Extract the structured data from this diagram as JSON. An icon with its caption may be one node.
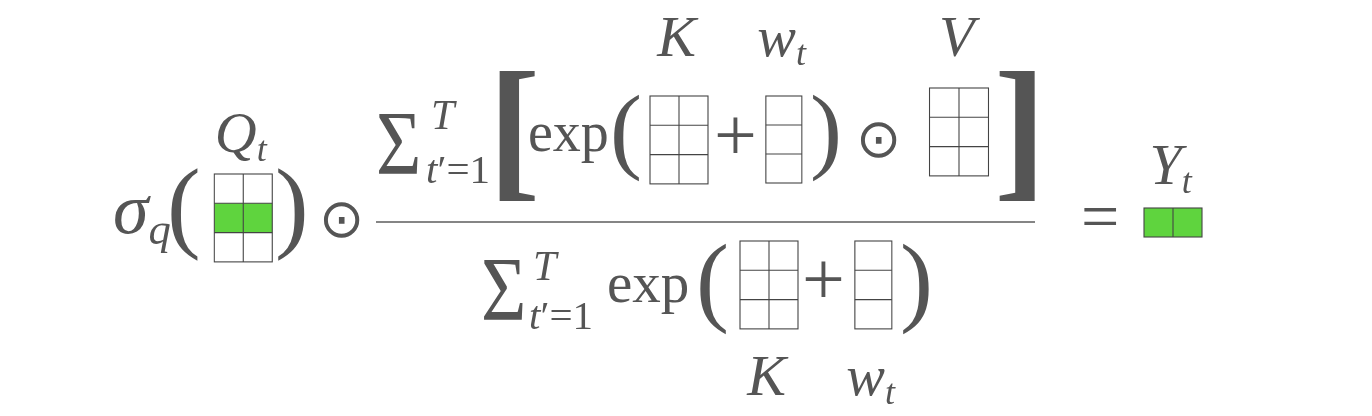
{
  "diagram": {
    "nodes": [
      {
        "text": [
          "Q$_{t}$"
        ]
      },
      {
        "text": [
          "K"
        ]
      },
      {
        "text": [
          "w$_{t}$"
        ]
      },
      {
        "text": [
          "V"
        ]
      },
      {
        "text": [
          "K"
        ]
      },
      {
        "text": [
          "w$_{t}$"
        ]
      },
      {
        "text": [
          "Y$_{t}$"
        ]
      }
    ],
    "labels": [
      "σ$_{q}$",
      "(",
      ")",
      "⊙",
      "Σ",
      "T",
      "*t*′=1",
      "[",
      "exp",
      "(",
      "+",
      ")",
      "⊙",
      "]",
      "Σ",
      "T",
      "*t*′=1",
      "exp",
      "(",
      "+",
      ")",
      "="
    ]
  }
}
